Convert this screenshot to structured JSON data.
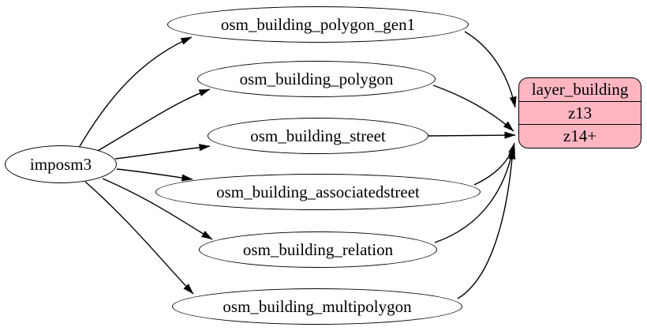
{
  "diagram": {
    "type": "etl-flow-graph",
    "background_color": "#ffffff",
    "stroke_color": "#000000",
    "source_node": {
      "label": "imposm3"
    },
    "tables": [
      {
        "label": "osm_building_polygon_gen1"
      },
      {
        "label": "osm_building_polygon"
      },
      {
        "label": "osm_building_street"
      },
      {
        "label": "osm_building_associatedstreet"
      },
      {
        "label": "osm_building_relation"
      },
      {
        "label": "osm_building_multipolygon"
      }
    ],
    "layer_node": {
      "title": "layer_building",
      "rows": [
        {
          "label": "z13"
        },
        {
          "label": "z14+"
        }
      ],
      "fill_color": "#ffb6c1",
      "border_color": "#000000"
    },
    "edges": [
      {
        "from": "imposm3",
        "to": "osm_building_polygon_gen1"
      },
      {
        "from": "imposm3",
        "to": "osm_building_polygon"
      },
      {
        "from": "imposm3",
        "to": "osm_building_street"
      },
      {
        "from": "imposm3",
        "to": "osm_building_associatedstreet"
      },
      {
        "from": "imposm3",
        "to": "osm_building_relation"
      },
      {
        "from": "imposm3",
        "to": "osm_building_multipolygon"
      },
      {
        "from": "osm_building_polygon_gen1",
        "to": "layer_building:z13"
      },
      {
        "from": "osm_building_polygon",
        "to": "layer_building:z14+"
      },
      {
        "from": "osm_building_street",
        "to": "layer_building:z14+"
      },
      {
        "from": "osm_building_associatedstreet",
        "to": "layer_building:z14+"
      },
      {
        "from": "osm_building_relation",
        "to": "layer_building:z14+"
      },
      {
        "from": "osm_building_multipolygon",
        "to": "layer_building:z14+"
      }
    ]
  }
}
